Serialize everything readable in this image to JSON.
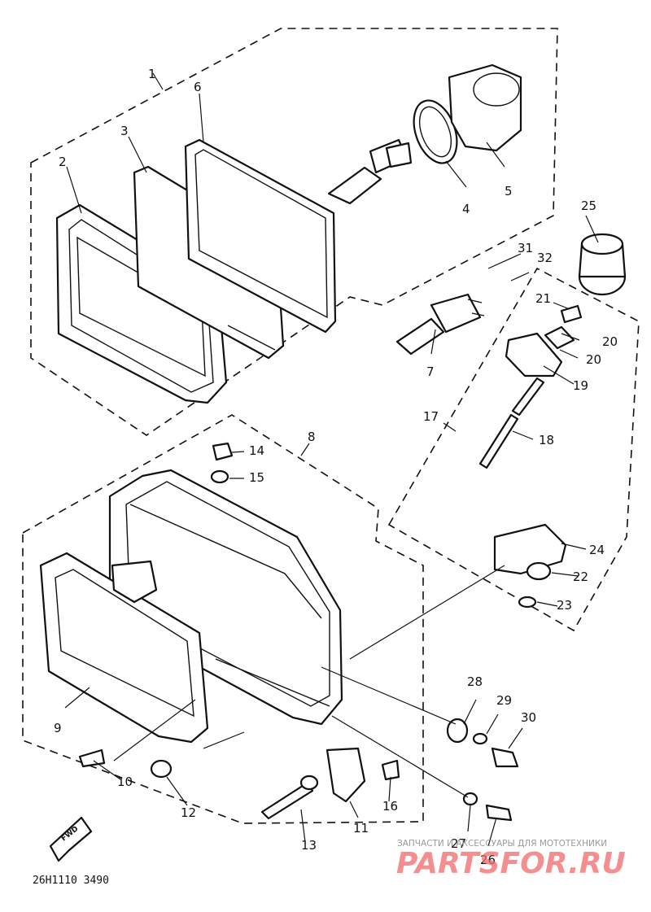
{
  "callouts": [
    "1",
    "2",
    "3",
    "4",
    "5",
    "6",
    "7",
    "8",
    "9",
    "10",
    "11",
    "12",
    "13",
    "14",
    "15",
    "16",
    "17",
    "18",
    "19",
    "20",
    "20",
    "21",
    "22",
    "23",
    "24",
    "25",
    "26",
    "27",
    "28",
    "29",
    "30",
    "31",
    "32"
  ],
  "drawing_code": "26H1110 3490",
  "fwd_arrow_label": "FWD",
  "watermark": {
    "caption": "ЗАПЧАСТИ И АКСЕССУАРЫ ДЛЯ МОТОТЕХНИКИ",
    "brand": "PARTSFOR.RU"
  }
}
